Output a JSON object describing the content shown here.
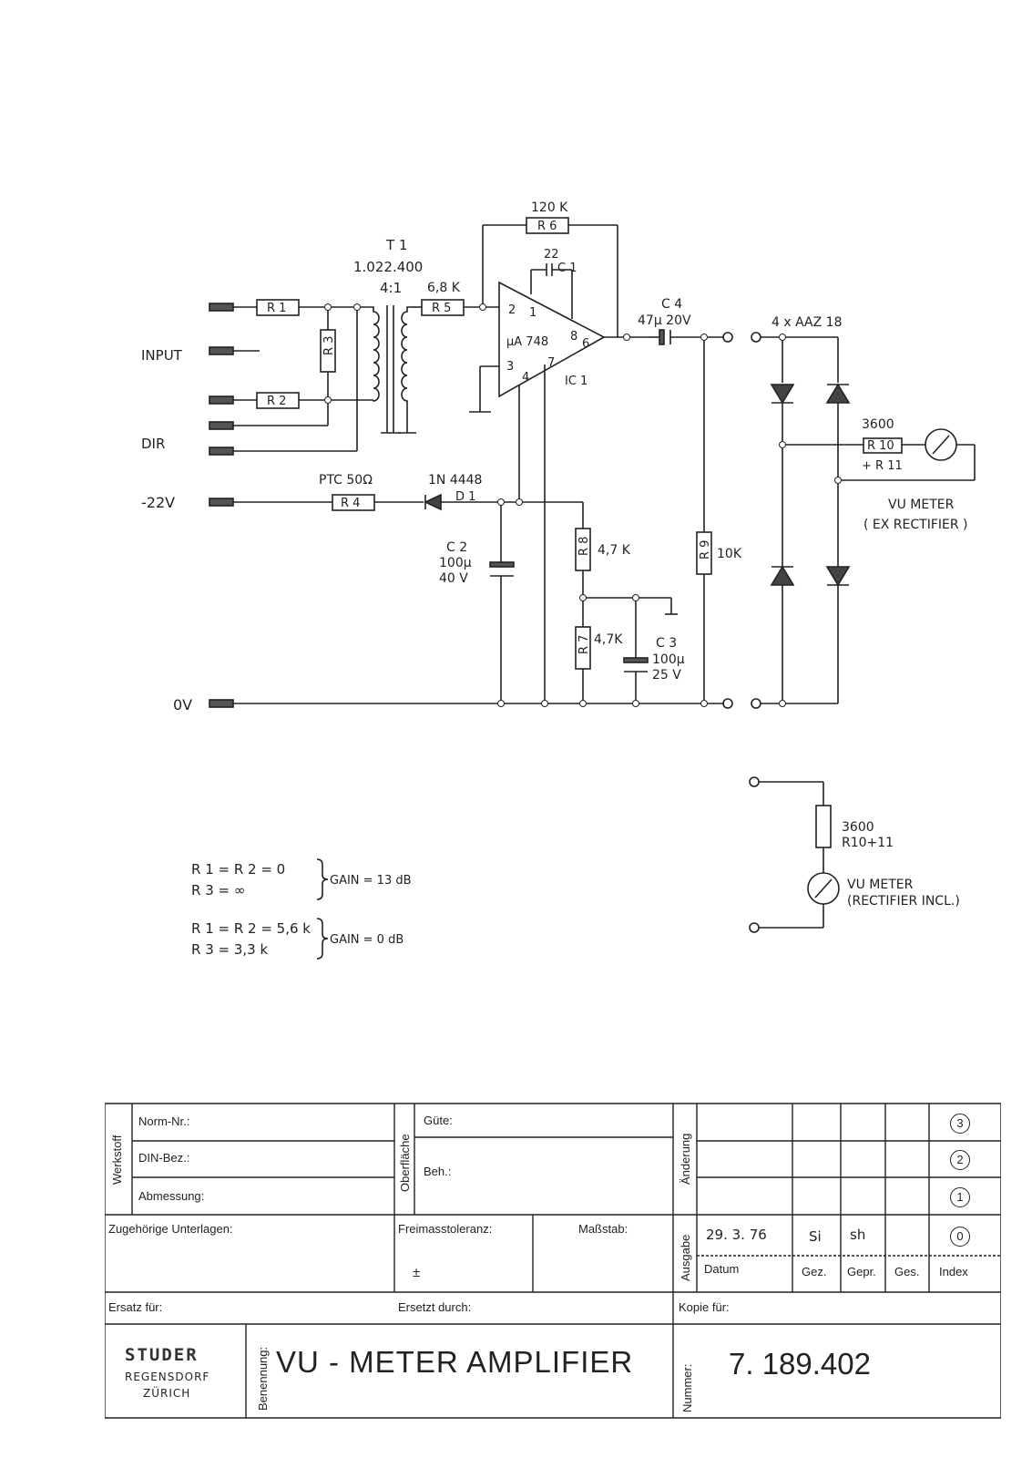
{
  "schematic": {
    "labels": {
      "input": "INPUT",
      "din": "DIR",
      "supply": "-22V",
      "ground": "0V",
      "t1_name": "T 1",
      "t1_part": "1.022.400",
      "t1_ratio": "4:1",
      "r1": "R 1",
      "r2": "R 2",
      "r3": "R 3",
      "r4": "R 4",
      "r4_desc": "PTC  50Ω",
      "r5": "R 5",
      "r5_val": "6,8 K",
      "r6": "R 6",
      "r6_val": "120 K",
      "c1": "C 1",
      "c1_val": "22",
      "ic_type": "μA 748",
      "ic_name": "IC 1",
      "pin2": "2",
      "pin1": "1",
      "pin3": "3",
      "pin4": "4",
      "pin8": "8",
      "pin6": "6",
      "pin7": "7",
      "c4": "C 4",
      "c4_val": "47μ  20V",
      "d1_type": "1N 4448",
      "d1": "D 1",
      "c2": "C 2",
      "c2_val1": "100μ",
      "c2_val2": "40 V",
      "r8": "R 8",
      "r8_val": "4,7 K",
      "r7": "R 7",
      "r7_val": "4,7K",
      "c3": "C 3",
      "c3_val1": "100μ",
      "c3_val2": "25 V",
      "r9": "R 9",
      "r9_val": "10K",
      "diodes": "4 x AAZ 18",
      "r10": "R 10",
      "r10_top": "3600",
      "r11": "+ R 11",
      "vu1": "VU  METER",
      "vu2": "( EX RECTIFIER )",
      "alt_val1": "3600",
      "alt_val2": "R10+11",
      "alt_vu1": "VU METER",
      "alt_vu2": "(RECTIFIER INCL.)"
    },
    "notes": {
      "n1a": "R 1 = R 2  =  0",
      "n1b": "R 3          =  ∞",
      "n1gain": "GAIN = 13 dB",
      "n2a": "R 1 = R 2  =  5,6 k",
      "n2b": "R 3          =  3,3 k",
      "n2gain": "GAIN = 0 dB"
    }
  },
  "title_block": {
    "werkstoff": "Werkstoff",
    "norm": "Norm-Nr.:",
    "din_bez": "DIN-Bez.:",
    "abmessung": "Abmessung:",
    "oberflaeche": "Oberfläche",
    "guete": "Güte:",
    "beh": "Beh.:",
    "aenderung": "Änderung",
    "rev3": "3",
    "rev2": "2",
    "rev1": "1",
    "rev0": "0",
    "zugehoerige": "Zugehörige Unterlagen:",
    "freimass": "Freimasstoleranz:",
    "pm": "±",
    "massstab": "Maßstab:",
    "ausgabe": "Ausgabe",
    "date": "29. 3. 76",
    "gez_val": "Si",
    "gepr_val": "sh",
    "datum": "Datum",
    "gez": "Gez.",
    "gepr": "Gepr.",
    "ges": "Ges.",
    "index": "Index",
    "ersatz": "Ersatz für:",
    "ersetzt": "Ersetzt durch:",
    "kopie": "Kopie für:",
    "logo": "STUDER",
    "city1": "REGENSDORF",
    "city2": "ZÜRICH",
    "benennung": "Benennung:",
    "title": "VU - METER  AMPLIFIER",
    "nummer": "Nummer:",
    "number": "7. 189.402"
  }
}
